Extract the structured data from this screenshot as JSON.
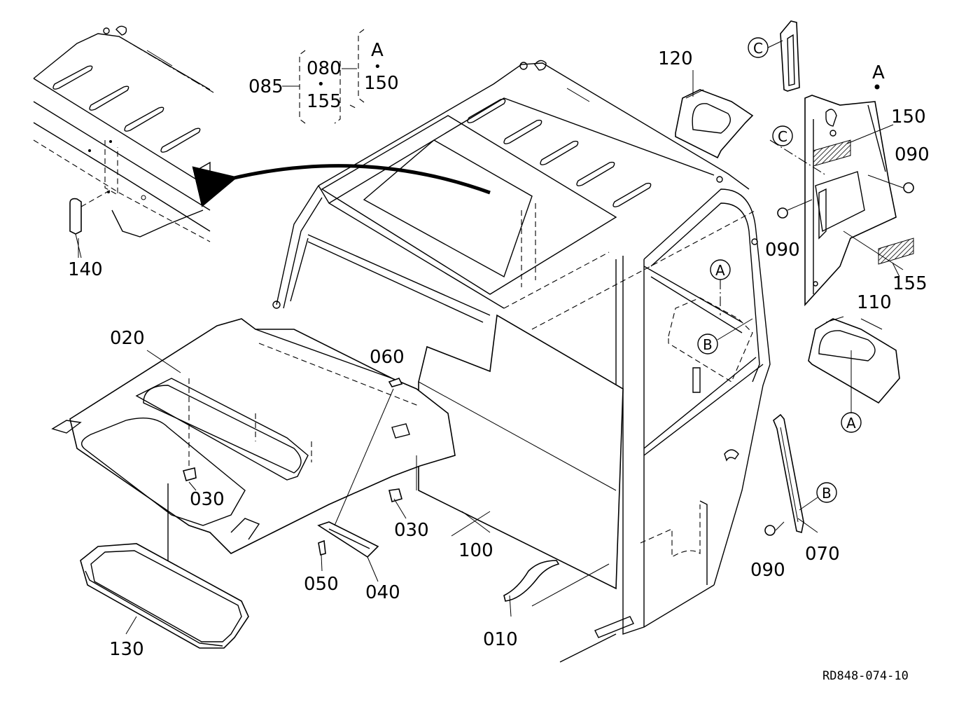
{
  "diagram": {
    "part_labels": {
      "p010": "010",
      "p020": "020",
      "p030a": "030",
      "p030b": "030",
      "p040": "040",
      "p050": "050",
      "p060": "060",
      "p070": "070",
      "p080": "080",
      "p085": "085",
      "p090a": "090",
      "p090b": "090",
      "p090c": "090",
      "p100": "100",
      "p110": "110",
      "p120": "120",
      "p130": "130",
      "p140": "140",
      "p150a": "150",
      "p150b": "150",
      "p155a": "155",
      "p155b": "155"
    },
    "kit_group": {
      "top_letter": "A",
      "dot": "•",
      "dot2": "•"
    },
    "callouts": {
      "A1": "A",
      "A2": "A",
      "A3": "A",
      "B1": "B",
      "B2": "B",
      "C1": "C",
      "C2": "C"
    },
    "drawing_code": "RD848-074-10"
  }
}
